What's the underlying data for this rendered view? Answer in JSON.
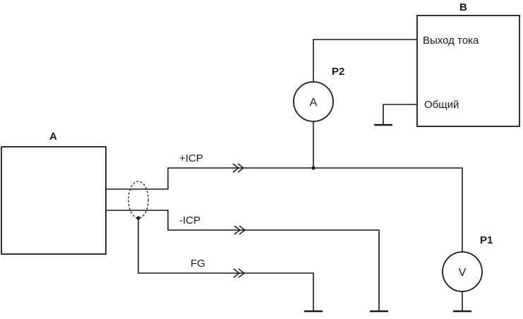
{
  "diagram": {
    "blocks": {
      "a": {
        "label": "A"
      },
      "b": {
        "label": "B",
        "terminal_out": "Выход тока",
        "terminal_common": "Общий"
      }
    },
    "meters": {
      "p1": {
        "label": "P1",
        "symbol": "V"
      },
      "p2": {
        "label": "P2",
        "symbol": "A"
      }
    },
    "signals": {
      "icp_plus": "+ICP",
      "icp_minus": "-ICP",
      "fg": "FG"
    }
  }
}
